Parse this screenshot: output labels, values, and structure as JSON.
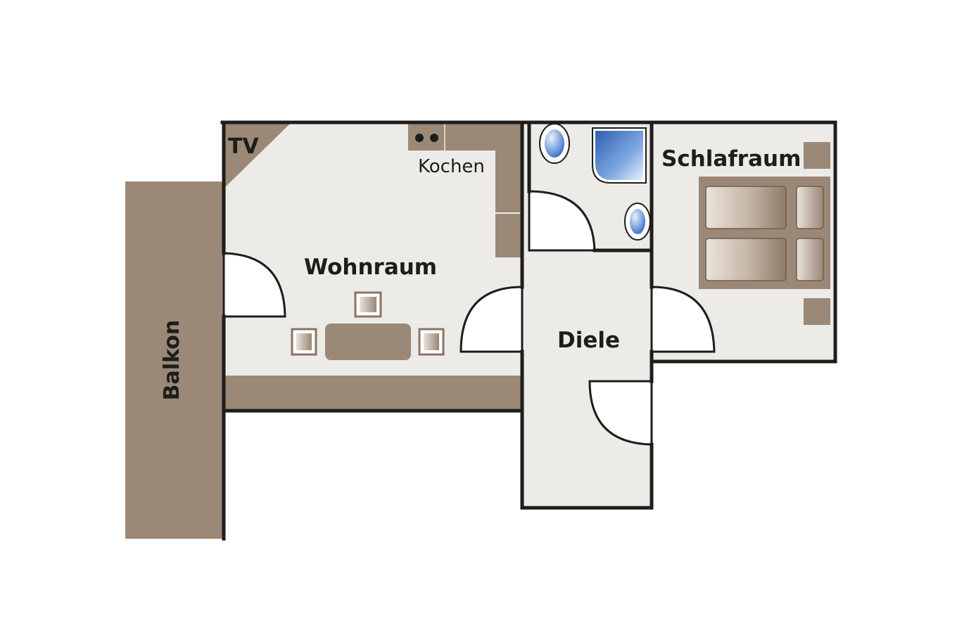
{
  "labels": {
    "tv": "TV",
    "kitchen": "Kochen",
    "living": "Wohnraum",
    "bedroom": "Schlafraum",
    "hall": "Diele",
    "balcony": "Balkon"
  },
  "colors": {
    "background": "#ffffff",
    "floor": "#ecebe8",
    "wall": "#1d1d1b",
    "furniture": "#9b8877",
    "furniture_dark": "#8a7565",
    "fixture_blue": "#3f74c4",
    "label": "#1d1d1b"
  },
  "icons": [
    "toilet-icon",
    "shower-icon",
    "sink-icon",
    "stove-icon",
    "bed-icon",
    "chair-icon",
    "table-icon"
  ]
}
